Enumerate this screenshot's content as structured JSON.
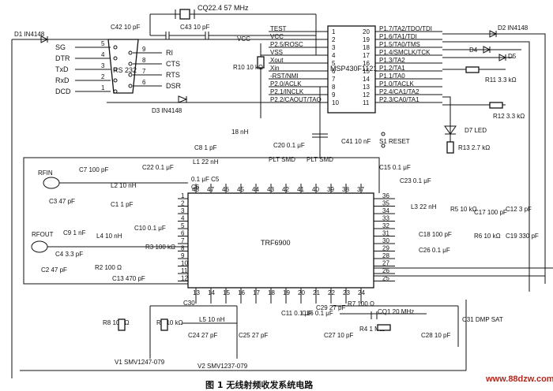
{
  "top": {
    "crystal": "CQ22.4 57 MHz",
    "c_left": "C42 10 pF",
    "c_right": "C43 10 pF"
  },
  "rs232": {
    "label": "RS 232",
    "left_pins": [
      {
        "name": "SG",
        "num": "5"
      },
      {
        "name": "DTR",
        "num": "4"
      },
      {
        "name": "TxD",
        "num": "3"
      },
      {
        "name": "RxD",
        "num": "2"
      },
      {
        "name": "DCD",
        "num": "1"
      }
    ],
    "right_pins": [
      {
        "num": "9",
        "name": "RI"
      },
      {
        "num": "8",
        "name": "CTS"
      },
      {
        "num": "7",
        "name": "RTS"
      },
      {
        "num": "6",
        "name": "DSR"
      }
    ],
    "d1": "D1 IN4148",
    "d3": "D3 IN4148"
  },
  "mcu": {
    "name": "MSP430F1121",
    "left_pins": [
      {
        "label": "TEST",
        "num": "1"
      },
      {
        "label": "VCC",
        "num": "2"
      },
      {
        "label": "P2.5/ROSC",
        "num": "3"
      },
      {
        "label": "VSS",
        "num": "4"
      },
      {
        "label": "Xout",
        "num": "5"
      },
      {
        "label": "Xin",
        "num": "6"
      },
      {
        "label": "-RST/NMI",
        "num": "7"
      },
      {
        "label": "P2.0/ACLK",
        "num": "8"
      },
      {
        "label": "P2.1/INCLK",
        "num": "9"
      },
      {
        "label": "P2.2/CAOUT/TAO",
        "num": "10"
      }
    ],
    "right_pins": [
      {
        "num": "20",
        "label": "P1.7/TA2/TDO/TDI"
      },
      {
        "num": "19",
        "label": "P1.6/TA1/TDI"
      },
      {
        "num": "18",
        "label": "P1.5/TA0/TMS"
      },
      {
        "num": "17",
        "label": "P1.4/SMCLK/TCK"
      },
      {
        "num": "16",
        "label": "P1.3/TA2"
      },
      {
        "num": "15",
        "label": "P1.2/TA1"
      },
      {
        "num": "14",
        "label": "P1.1/TA0"
      },
      {
        "num": "13",
        "label": "P1.0/TACLK"
      },
      {
        "num": "12",
        "label": "P2.4/CA1/TA2"
      },
      {
        "num": "11",
        "label": "P2.3/CA0/TA1"
      }
    ],
    "vcc": "VCC",
    "r10": "R10 10 kΩ",
    "d2": "D2 IN4148",
    "d4": "D4",
    "d5": "D5",
    "r11": "R11 3.3 kΩ",
    "r12": "R12 3.3 kΩ",
    "d7": "D7 LED",
    "r13": "R13 2.7 kΩ",
    "c41": "C41 10 nF",
    "s1": "S1 RESET"
  },
  "rf": {
    "chip": "TRF6900",
    "top_pins": [
      "48",
      "47",
      "46",
      "45",
      "44",
      "43",
      "42",
      "41",
      "40",
      "39",
      "38",
      "37"
    ],
    "left_pins": [
      "1",
      "2",
      "3",
      "4",
      "5",
      "6",
      "7",
      "8",
      "9",
      "10",
      "11",
      "12"
    ],
    "right_pins": [
      "36",
      "35",
      "34",
      "33",
      "32",
      "31",
      "30",
      "29",
      "28",
      "27",
      "26",
      "25"
    ],
    "bottom_pins": [
      "13",
      "14",
      "15",
      "16",
      "17",
      "18",
      "19",
      "20",
      "21",
      "22",
      "23",
      "24"
    ],
    "rfin": "RFIN",
    "rfout": "RFOUT",
    "plt1": "PLT SMD",
    "plt2": "PLT SMD",
    "parts": {
      "l18nH": "18 nH",
      "c8": "C8 1 pF",
      "c20": "C20 0.1 μF",
      "l1": "L1 22 nH",
      "c22": "C22 0.1 μF",
      "c5": "0.1 μF C5",
      "c6": "C6",
      "c15": "C15 0.1 μF",
      "c23": "C23 0.1 μF",
      "c7": "C7 100 pF",
      "l2": "L2 10 nH",
      "c1": "C1 1 pF",
      "c3": "C3 47 pF",
      "c9": "C9 1 nF",
      "l4": "L4 10 nH",
      "c10": "C10 0.1 μF",
      "c4": "C4 3.3 pF",
      "r3": "R3 100 kΩ",
      "c2": "C2 47 pF",
      "r2": "R2 100 Ω",
      "c13": "C13 470 pF",
      "l3": "L3 22 nH",
      "r5": "R5 10 kΩ",
      "c17": "C17 100 pF",
      "c12": "C12 3 pF",
      "c18": "C18 100 pF",
      "r6": "R6 10 kΩ",
      "c19": "C19 330 pF",
      "c26": "C26 0.1 μF",
      "c30": "C30",
      "r8": "R8 10 kΩ",
      "r9": "R9 10 kΩ",
      "l5": "L5 10 nH",
      "c24": "C24 27 pF",
      "c25": "C25 27 pF",
      "c11": "C11 0.1 μF",
      "c16": "C16 0.1 μF",
      "c29": "C29 27 pF",
      "r7": "R7 100 Ω",
      "cq1": "CQ1 20 MHz",
      "r4": "R4 1 MΩ",
      "c27": "C27 10 pF",
      "c28": "C28 10 pF",
      "c31": "C31 DMP SAT",
      "v1": "V1 SMV1247-079",
      "v2": "V2 SMV1237-079"
    }
  },
  "caption": "图 1   无线射频收发系统电路",
  "watermark": "www.88dzw.com"
}
